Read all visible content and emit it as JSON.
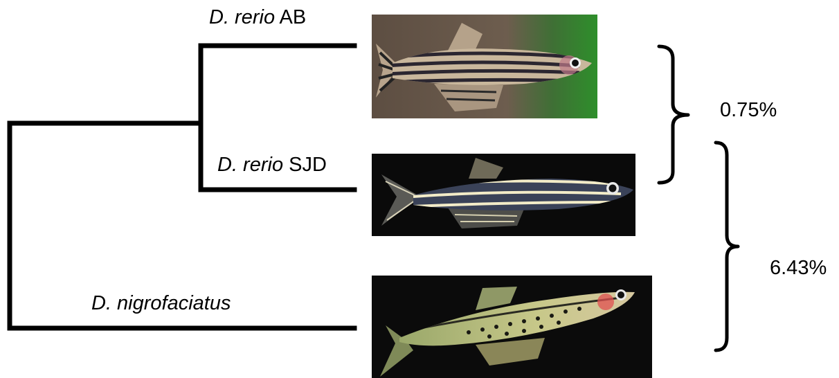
{
  "tree": {
    "taxa": [
      {
        "genus": "D. rerio",
        "strain": "AB"
      },
      {
        "genus": "D. rerio",
        "strain": "SJD"
      },
      {
        "genus": "D. nigrofaciatus",
        "strain": ""
      }
    ]
  },
  "divergence": [
    {
      "value": "0.75%"
    },
    {
      "value": "6.43%"
    }
  ],
  "photos": [
    {
      "icon": "zebrafish-ab-photo",
      "bg": "#6b5a4a",
      "accent": "#2f8a2f"
    },
    {
      "icon": "zebrafish-sjd-photo",
      "bg": "#0a0a0a"
    },
    {
      "icon": "danio-nigrofaciatus-photo",
      "bg": "#0a0a0a"
    }
  ]
}
